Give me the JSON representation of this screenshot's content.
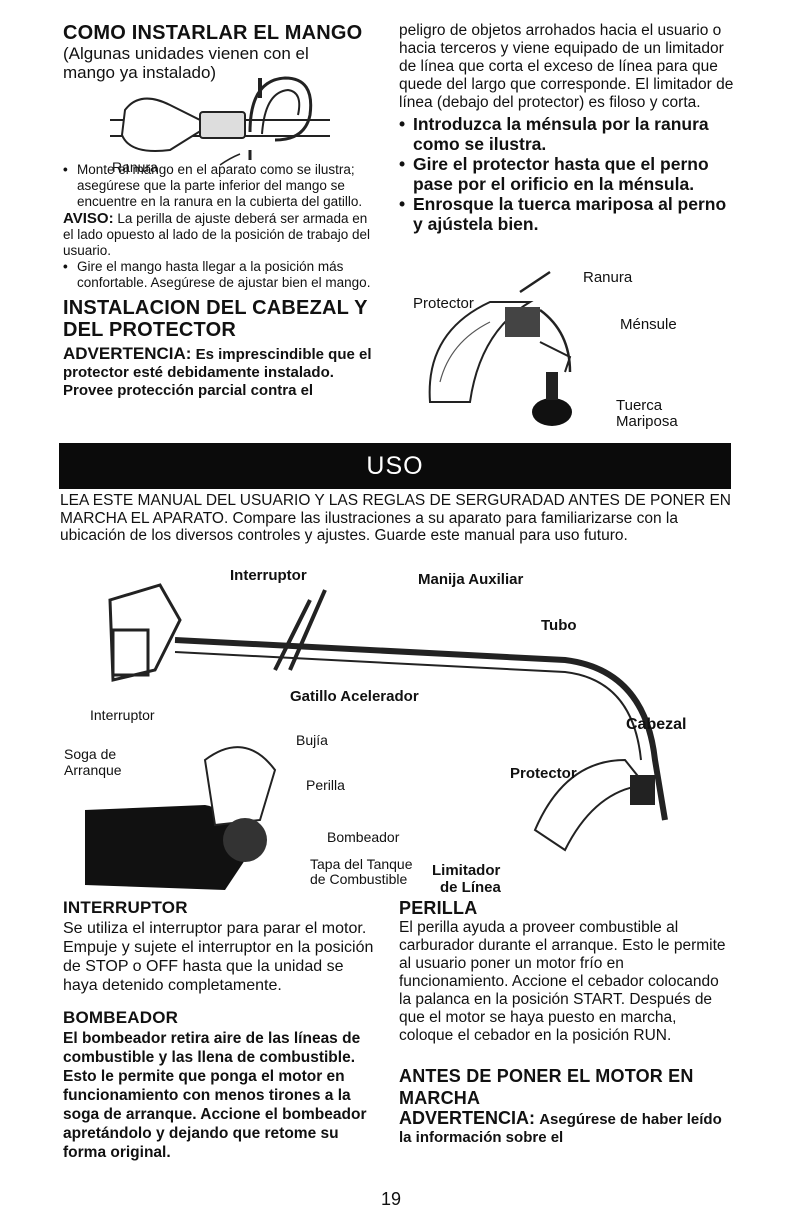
{
  "left_top": {
    "heading1": "COMO INSTARLAR EL MANGO",
    "heading1_sub": "(Algunas unidades vienen con el mango ya instalado)",
    "figure1_label": "Ranura",
    "bullet1": "Monte el mango en el aparato como se ilustra; asegúrese que la parte inferior del mango se encuentre en la ranura en la cubierta del gatillo.",
    "aviso_label": "AVISO:",
    "aviso_text": "La perilla de ajuste deberá ser armada en el lado opuesto al lado de la posición de trabajo del usuario.",
    "bullet2": "Gire el mango hasta llegar a la posición más confortable. Asegúrese de ajustar bien el mango.",
    "heading2": "INSTALACION DEL CABEZAL Y DEL PROTECTOR",
    "advertencia_label": "ADVERTENCIA:",
    "advertencia_text": "Es imprescindible que el protector esté debidamente instalado. Provee protección parcial contra el"
  },
  "right_top": {
    "para": "peligro de objetos arrohados hacia el usuario o hacia terceros y viene equipado de un limitador de línea que corta el exceso de línea para que quede del largo que corresponde. El limitador de línea (debajo del protector) es filoso y corta.",
    "bullet1": "Introduzca la ménsula por la ranura como se ilustra.",
    "bullet2": "Gire el protector hasta que el perno pase por el orificio en la ménsula.",
    "bullet3": "Enrosque la tuerca mariposa al perno y ajústela bien.",
    "labels": {
      "ranura": "Ranura",
      "protector": "Protector",
      "mensule": "Ménsule",
      "tuerca": "Tuerca",
      "mariposa": "Mariposa"
    }
  },
  "uso": {
    "band_title": "USO",
    "intro": "LEA ESTE MANUAL DEL USUARIO Y LAS REGLAS DE SERGURADAD ANTES DE PONER EN MARCHA EL APARATO. Compare las ilustraciones a su aparato para familiarizarse con la ubicación de los diversos controles y ajustes. Guarde este manual para uso futuro.",
    "labels": {
      "interruptor_top": "Interruptor",
      "manija": "Manija Auxiliar",
      "tubo": "Tubo",
      "gatillo": "Gatillo Acelerador",
      "cabezal": "Cabezal",
      "interruptor_left": "Interruptor",
      "bujia": "Bujía",
      "soga": "Soga de",
      "arranque": "Arranque",
      "protector": "Protector",
      "perilla": "Perilla",
      "bombeador": "Bombeador",
      "tapa1": "Tapa del Tanque",
      "tapa2": "de Combustible",
      "limitador1": "Limitador",
      "limitador2": "de Línea"
    }
  },
  "left_bottom": {
    "heading1": "INTERRUPTOR",
    "para1": "Se utiliza el interruptor para parar el motor. Empuje y sujete el interruptor en la posición de STOP o OFF hasta que la unidad se haya detenido completamente.",
    "heading2": "BOMBEADOR",
    "para2": "El bombeador retira aire de las líneas de combustible y las llena de combustible. Esto le permite que ponga el motor en funcionamiento con menos tirones a la soga de arranque. Accione el bombeador apretándolo y dejando que retome su forma original."
  },
  "right_bottom": {
    "heading1": "PERILLA",
    "para1": "El perilla ayuda a proveer combustible al carburador durante el arranque. Esto le permite al usuario poner un motor frío en funcionamiento. Accione el cebador colocando la palanca en la posición START. Después de que el motor se haya puesto en marcha, coloque el cebador en la posición RUN.",
    "heading2": "ANTES DE PONER EL MOTOR EN MARCHA",
    "advertencia_label": "ADVERTENCIA:",
    "advertencia_text": "Asegúrese de haber leído la información sobre el"
  },
  "page_number": "19"
}
